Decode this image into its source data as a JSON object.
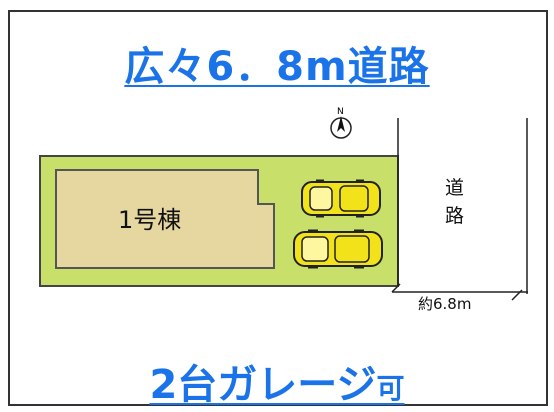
{
  "top_title": "広々6．8m道路",
  "house_label": "1号棟",
  "compass_label": "N",
  "road_label_1": "道",
  "road_label_2": "路",
  "road_width_label": "約6.8m",
  "bottom_title_main": "2台ガレージ",
  "bottom_title_small": "可",
  "colors": {
    "title": "#1a73e8",
    "lot": "#c8e06a",
    "house": "#e6d6a0",
    "car": "#f2e21a"
  }
}
